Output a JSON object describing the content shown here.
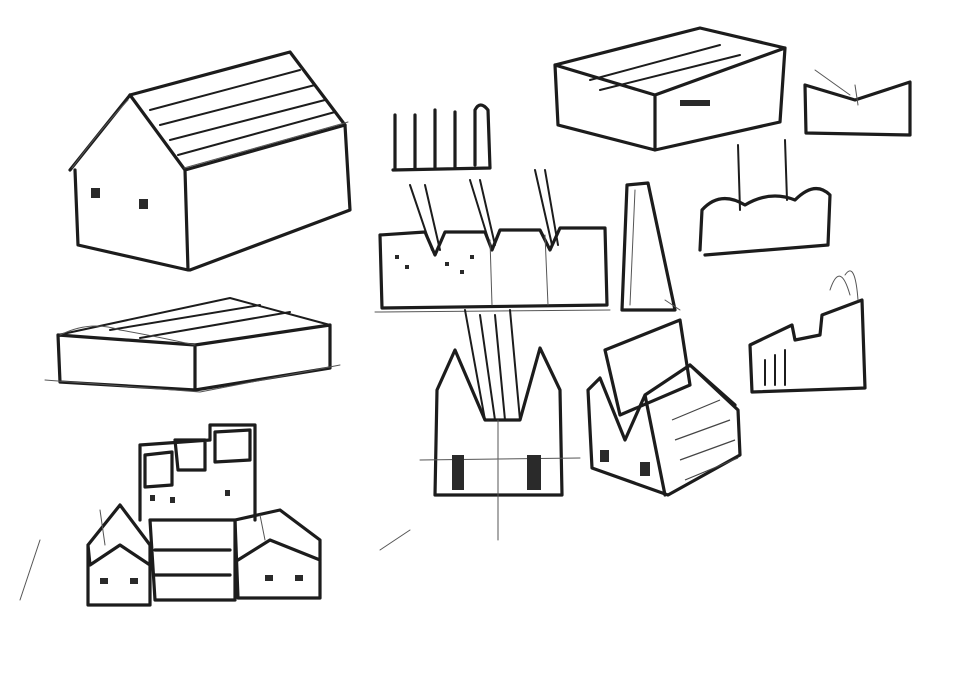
{
  "colors": {
    "background": "#ffffff",
    "ink": "#1c1c1c"
  },
  "drawing": {
    "sketches": [
      "gabled-house",
      "low-shed",
      "building-complex",
      "comb-block",
      "sawtooth-factory",
      "chimney",
      "v-gable-building",
      "house-with-panel",
      "flat-box",
      "small-v-block",
      "arched-block",
      "stepped-block"
    ]
  }
}
